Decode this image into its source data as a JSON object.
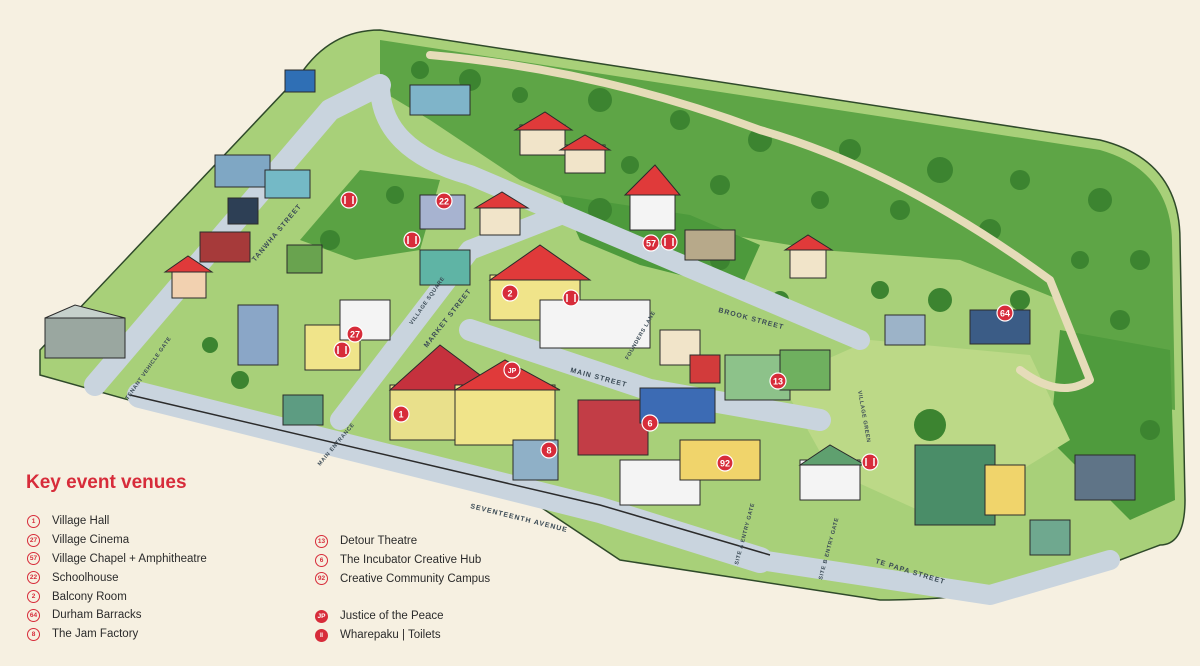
{
  "streets": {
    "tanwha": "TANWHA STREET",
    "market": "MARKET STREET",
    "main": "MAIN STREET",
    "brook": "BROOK STREET",
    "seventeenth": "SEVENTEENTH AVENUE",
    "te_papa": "TE PAPA STREET",
    "village_green": "VILLAGE GREEN",
    "village_square": "VILLAGE SQUARE",
    "main_entrance": "MAIN ENTRANCE",
    "tenant_gate": "TENANT VEHICLE GATE",
    "site_a_gate": "SITE A ENTRY GATE",
    "site_b_gate": "SITE B ENTRY GATE",
    "founders_lane": "FOUNDERS LANE"
  },
  "pins": {
    "p1": "1",
    "p2": "2",
    "p6": "6",
    "p8": "8",
    "p13": "13",
    "p22": "22",
    "p27": "27",
    "p57": "57",
    "p64": "64",
    "p92": "92",
    "jp": "JP"
  },
  "legend": {
    "title": "Key event venues",
    "venues_left": [
      {
        "num": "1",
        "name": "Village Hall"
      },
      {
        "num": "27",
        "name": "Village Cinema"
      },
      {
        "num": "57",
        "name": "Village Chapel + Amphitheatre"
      },
      {
        "num": "22",
        "name": "Schoolhouse"
      },
      {
        "num": "2",
        "name": "Balcony Room"
      },
      {
        "num": "64",
        "name": "Durham Barracks"
      },
      {
        "num": "8",
        "name": "The Jam Factory"
      }
    ],
    "venues_right": [
      {
        "num": "13",
        "name": "Detour Theatre"
      },
      {
        "num": "6",
        "name": "The Incubator Creative Hub"
      },
      {
        "num": "92",
        "name": "Creative Community Campus"
      }
    ],
    "jp_badge": "JP",
    "jp_label": "Justice of the Peace",
    "toilets_label": "Wharepaku | Toilets"
  },
  "colors": {
    "background": "#f6f0e1",
    "accent_red": "#d72c3a",
    "grass": "#9dcb6a",
    "forest": "#4d9a3c",
    "road": "#c9d4de"
  }
}
